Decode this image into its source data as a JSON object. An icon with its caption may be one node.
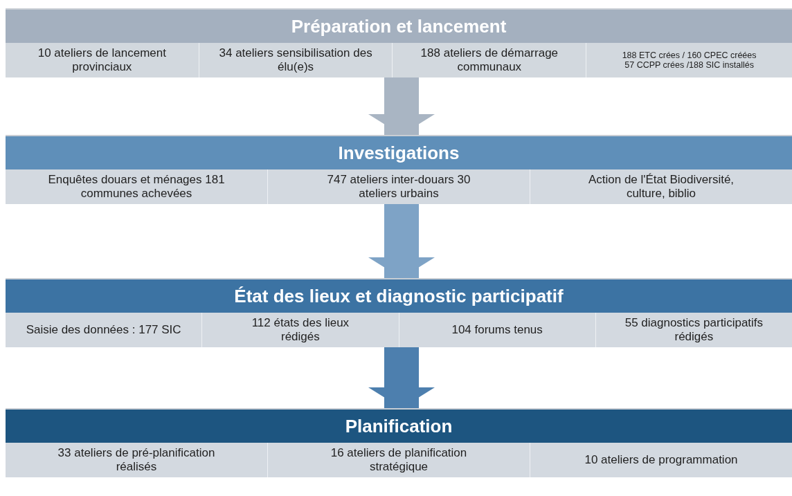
{
  "diagram": {
    "nodes": [
      {
        "text": [
          "Préparation et lancement"
        ]
      },
      {
        "text": [
          "10 ateliers de lancement provinciaux"
        ],
        "in": 0
      },
      {
        "text": [
          "34 ateliers sensibilisation des élu(e)s"
        ],
        "in": 0
      },
      {
        "text": [
          "188 ateliers de démarrage communaux"
        ],
        "in": 0
      },
      {
        "text": [
          "188 ETC crées / 160 CPEC créées",
          "57 CCPP crées /188 SIC installés"
        ],
        "in": 0
      },
      {
        "text": [
          "Investigations"
        ]
      },
      {
        "text": [
          "Enquêtes douars et ménages 181 communes achevées"
        ],
        "in": 5
      },
      {
        "text": [
          "747 ateliers inter-douars 30 ateliers urbains"
        ],
        "in": 5
      },
      {
        "text": [
          "Action de l'État Biodiversité, culture, biblio"
        ],
        "in": 5
      },
      {
        "text": [
          "État des lieux et diagnostic participatif"
        ]
      },
      {
        "text": [
          "Saisie des données : 177 SIC"
        ],
        "in": 9
      },
      {
        "text": [
          "112 états des lieux rédigés"
        ],
        "in": 9
      },
      {
        "text": [
          "104 forums tenus"
        ],
        "in": 9
      },
      {
        "text": [
          "55 diagnostics participatifs rédigés"
        ],
        "in": 9
      },
      {
        "text": [
          "Planification"
        ]
      },
      {
        "text": [
          "33 ateliers de pré-planification réalisés"
        ],
        "in": 14
      },
      {
        "text": [
          "16 ateliers de planification stratégique"
        ],
        "in": 14
      },
      {
        "text": [
          "10 ateliers de programmation"
        ],
        "in": 14
      }
    ],
    "edges": [
      {
        "from": 0,
        "to": 5,
        "arrow": "to",
        "color": "#a9b5c3"
      },
      {
        "from": 5,
        "to": 9,
        "arrow": "to",
        "color": "#7ea3c6"
      },
      {
        "from": 9,
        "to": 14,
        "arrow": "to",
        "color": "#4d7fae"
      }
    ]
  }
}
